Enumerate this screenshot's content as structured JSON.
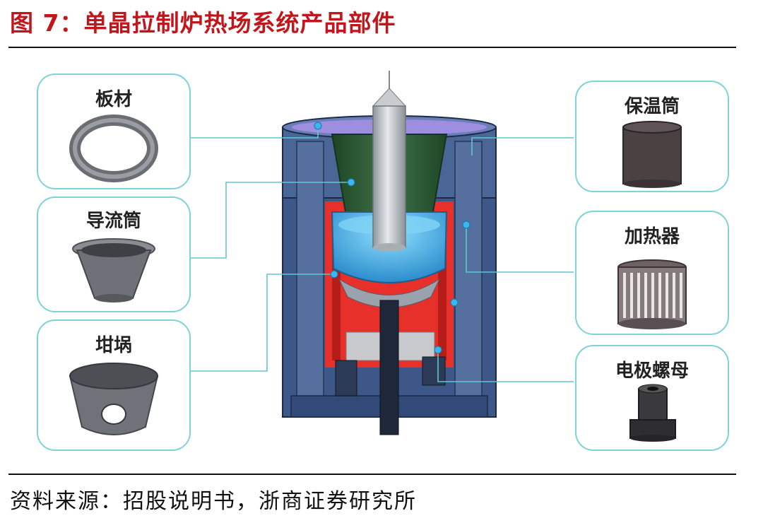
{
  "figure": {
    "title": "图 7：单晶拉制炉热场系统产品部件",
    "source": "资料来源：招股说明书，浙商证券研究所"
  },
  "parts": {
    "left": [
      {
        "label": "板材",
        "icon": "ring-icon"
      },
      {
        "label": "导流筒",
        "icon": "guide-tube-icon"
      },
      {
        "label": "坩埚",
        "icon": "crucible-icon"
      }
    ],
    "right": [
      {
        "label": "保温筒",
        "icon": "insulation-cylinder-icon"
      },
      {
        "label": "加热器",
        "icon": "heater-icon"
      },
      {
        "label": "电极螺母",
        "icon": "electrode-nut-icon"
      }
    ]
  },
  "colors": {
    "title": "#c0161c",
    "box_border": "#7fd3d8",
    "leader_line": "#62c6d0",
    "furnace_body": "#3f5b8c",
    "heater_red": "#e8302a",
    "melt_blue": "#4fb6e8",
    "guide_green": "#2e5b36",
    "crystal_gray": "#b9bec4"
  }
}
